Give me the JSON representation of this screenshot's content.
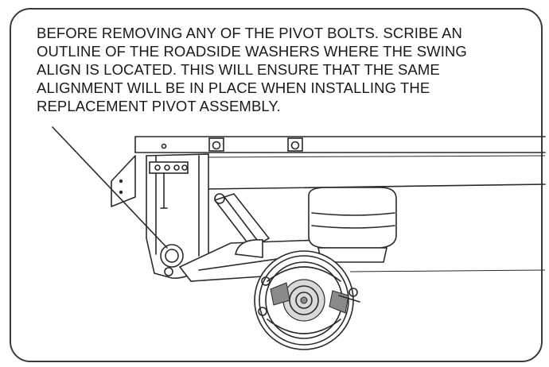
{
  "note": {
    "lines": [
      "BEFORE REMOVING ANY OF THE PIVOT BOLTS. SCRIBE AN",
      "OUTLINE OF THE ROADSIDE WASHERS WHERE THE SWING",
      "ALIGN IS LOCATED. THIS WILL ENSURE THAT THE SAME",
      "ALIGNMENT WILL BE IN PLACE WHEN INSTALLING THE",
      "REPLACEMENT PIVOT ASSEMBLY."
    ]
  }
}
